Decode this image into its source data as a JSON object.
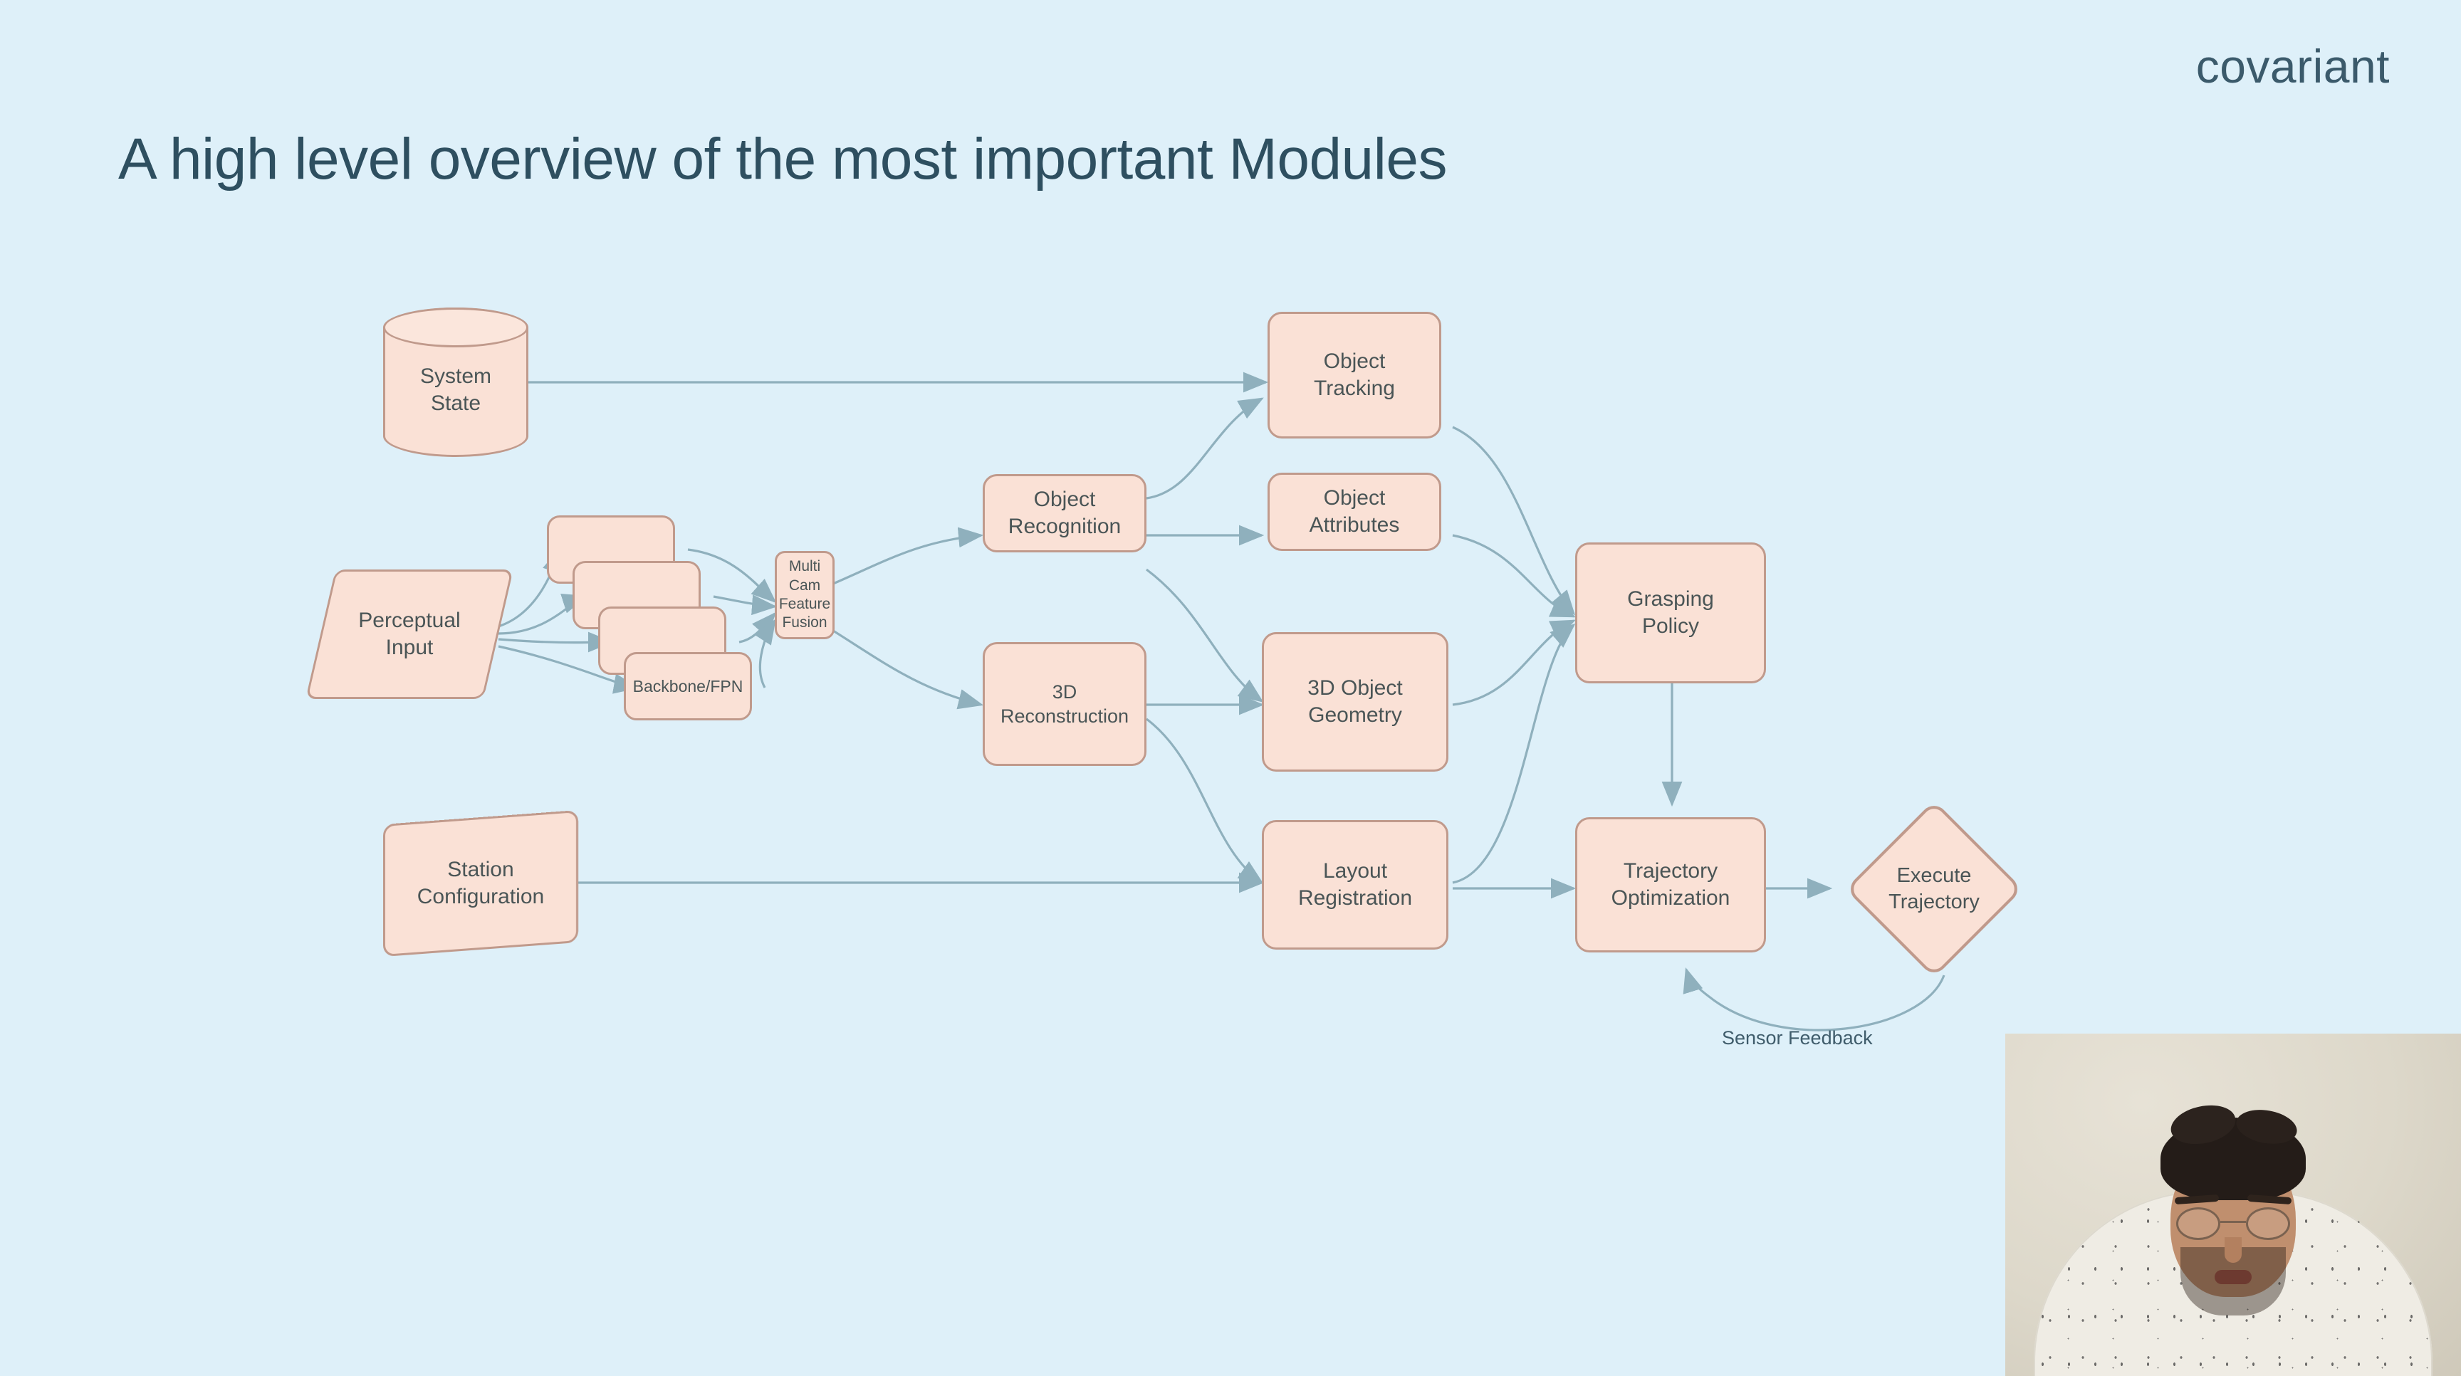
{
  "slide": {
    "title": "A high level overview of the most important Modules",
    "brand": "covariant",
    "background_color": "#def0f9",
    "title_color": "#2e4f60"
  },
  "theme": {
    "node_fill": "#fae1d6",
    "node_border": "#c09a8c",
    "node_text": "#4a5556",
    "edge_color": "#8fb0bd"
  },
  "diagram": {
    "nodes": [
      {
        "id": "system-state",
        "label": "System State",
        "shape": "cylinder"
      },
      {
        "id": "perceptual-input",
        "label": "Perceptual Input",
        "shape": "parallelogram"
      },
      {
        "id": "backbone-fpn",
        "label": "Backbone/FPN",
        "shape": "stacked-box"
      },
      {
        "id": "multi-cam-feature-fusion",
        "label": "Multi Cam Feature Fusion",
        "shape": "rounded-box"
      },
      {
        "id": "object-recognition",
        "label": "Object Recognition",
        "shape": "rounded-box"
      },
      {
        "id": "3d-reconstruction",
        "label": "3D Reconstruction",
        "shape": "rounded-box"
      },
      {
        "id": "object-tracking",
        "label": "Object Tracking",
        "shape": "rounded-box"
      },
      {
        "id": "object-attributes",
        "label": "Object Attributes",
        "shape": "rounded-box"
      },
      {
        "id": "3d-object-geometry",
        "label": "3D Object Geometry",
        "shape": "rounded-box"
      },
      {
        "id": "layout-registration",
        "label": "Layout Registration",
        "shape": "rounded-box"
      },
      {
        "id": "station-configuration",
        "label": "Station Configuration",
        "shape": "trapezoid"
      },
      {
        "id": "grasping-policy",
        "label": "Grasping Policy",
        "shape": "rounded-box"
      },
      {
        "id": "trajectory-optimization",
        "label": "Trajectory Optimization",
        "shape": "rounded-box"
      },
      {
        "id": "execute-trajectory",
        "label": "Execute Trajectory",
        "shape": "diamond"
      }
    ],
    "node_labels": {
      "system_state_line1": "System",
      "system_state_line2": "State",
      "perceptual_input_line1": "Perceptual",
      "perceptual_input_line2": "Input",
      "backbone_fpn": "Backbone/FPN",
      "fusion_line1": "Multi",
      "fusion_line2": "Cam",
      "fusion_line3": "Feature",
      "fusion_line4": "Fusion",
      "object_recognition_line1": "Object",
      "object_recognition_line2": "Recognition",
      "reconstruction_line1": "3D",
      "reconstruction_line2": "Reconstruction",
      "object_tracking_line1": "Object",
      "object_tracking_line2": "Tracking",
      "object_attributes_line1": "Object",
      "object_attributes_line2": "Attributes",
      "object_geometry_line1": "3D Object",
      "object_geometry_line2": "Geometry",
      "layout_registration_line1": "Layout",
      "layout_registration_line2": "Registration",
      "station_configuration_line1": "Station",
      "station_configuration_line2": "Configuration",
      "grasping_policy_line1": "Grasping",
      "grasping_policy_line2": "Policy",
      "trajectory_optimization_line1": "Trajectory",
      "trajectory_optimization_line2": "Optimization",
      "execute_trajectory_line1": "Execute",
      "execute_trajectory_line2": "Trajectory"
    },
    "edge_labels": {
      "sensor_feedback": "Sensor Feedback"
    },
    "edges": [
      {
        "from": "system-state",
        "to": "object-tracking"
      },
      {
        "from": "perceptual-input",
        "to": "backbone-fpn"
      },
      {
        "from": "backbone-fpn",
        "to": "multi-cam-feature-fusion"
      },
      {
        "from": "multi-cam-feature-fusion",
        "to": "object-recognition"
      },
      {
        "from": "multi-cam-feature-fusion",
        "to": "3d-reconstruction"
      },
      {
        "from": "object-recognition",
        "to": "object-tracking"
      },
      {
        "from": "object-recognition",
        "to": "object-attributes"
      },
      {
        "from": "object-recognition",
        "to": "3d-object-geometry"
      },
      {
        "from": "3d-reconstruction",
        "to": "3d-object-geometry"
      },
      {
        "from": "3d-reconstruction",
        "to": "layout-registration"
      },
      {
        "from": "station-configuration",
        "to": "layout-registration"
      },
      {
        "from": "object-tracking",
        "to": "grasping-policy"
      },
      {
        "from": "object-attributes",
        "to": "grasping-policy"
      },
      {
        "from": "3d-object-geometry",
        "to": "grasping-policy"
      },
      {
        "from": "layout-registration",
        "to": "grasping-policy"
      },
      {
        "from": "grasping-policy",
        "to": "trajectory-optimization"
      },
      {
        "from": "layout-registration",
        "to": "trajectory-optimization"
      },
      {
        "from": "trajectory-optimization",
        "to": "execute-trajectory"
      },
      {
        "from": "execute-trajectory",
        "to": "trajectory-optimization",
        "label": "Sensor Feedback"
      }
    ]
  },
  "webcam": {
    "present": true,
    "description": "presenter-video-overlay"
  }
}
